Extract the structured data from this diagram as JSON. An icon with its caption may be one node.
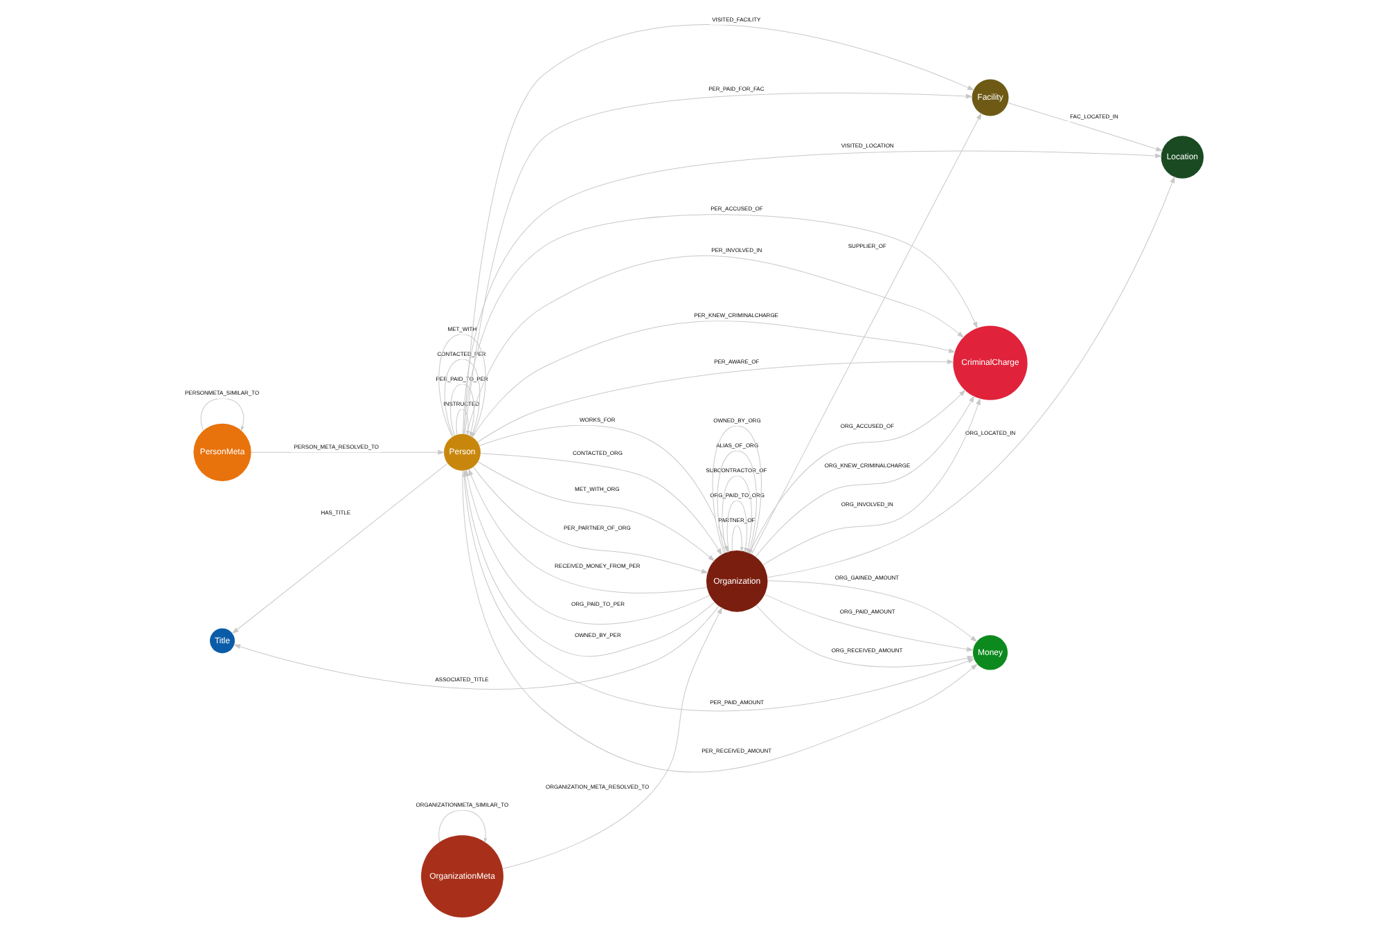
{
  "diagram": {
    "nodes": [
      {
        "text": [
          "PersonMeta"
        ]
      },
      {
        "text": [
          "Person"
        ]
      },
      {
        "text": [
          "Facility"
        ]
      },
      {
        "text": [
          "Title"
        ]
      },
      {
        "text": [
          "Location"
        ]
      },
      {
        "text": [
          "CriminalCharge"
        ]
      },
      {
        "text": [
          "OrganizationMeta"
        ]
      },
      {
        "text": [
          "Organization"
        ]
      },
      {
        "text": [
          "Money"
        ]
      }
    ],
    "edges": [
      {
        "from": 0,
        "to": 0,
        "arrow": "to",
        "label": "PERSONMETA_SIMILAR_TO"
      },
      {
        "from": 0,
        "to": 1,
        "arrow": "to",
        "label": "PERSON_META_RESOLVED_TO"
      },
      {
        "from": 1,
        "to": 1,
        "arrow": "to",
        "label": "INSTRUCTED"
      },
      {
        "from": 1,
        "to": 1,
        "arrow": "to",
        "label": "PER_PAID_TO_PER"
      },
      {
        "from": 1,
        "to": 1,
        "arrow": "to",
        "label": "CONTACTED_PER"
      },
      {
        "from": 1,
        "to": 1,
        "arrow": "to",
        "label": "MET_WITH"
      },
      {
        "from": 1,
        "to": 2,
        "arrow": "to",
        "label": "VISITED_FACILITY"
      },
      {
        "from": 1,
        "to": 2,
        "arrow": "to",
        "label": "PER_PAID_FOR_FAC"
      },
      {
        "from": 1,
        "to": 3,
        "arrow": "to",
        "label": "HAS_TITLE"
      },
      {
        "from": 2,
        "to": 4,
        "arrow": "to",
        "label": "FAC_LOCATED_IN"
      },
      {
        "from": 1,
        "to": 4,
        "arrow": "to",
        "label": "VISITED_LOCATION"
      },
      {
        "from": 1,
        "to": 5,
        "arrow": "to",
        "label": "PER_ACCUSED_OF"
      },
      {
        "from": 1,
        "to": 5,
        "arrow": "to",
        "label": "PER_INVOLVED_IN"
      },
      {
        "from": 1,
        "to": 5,
        "arrow": "to",
        "label": "PER_KNEW_CRIMINALCHARGE"
      },
      {
        "from": 1,
        "to": 5,
        "arrow": "to",
        "label": "PER_AWARE_OF"
      },
      {
        "from": 1,
        "to": 8,
        "arrow": "to",
        "label": "PER_PAID_AMOUNT"
      },
      {
        "from": 1,
        "to": 8,
        "arrow": "to",
        "label": "PER_RECEIVED_AMOUNT"
      },
      {
        "from": 1,
        "to": 7,
        "arrow": "to",
        "label": "WORKS_FOR"
      },
      {
        "from": 1,
        "to": 7,
        "arrow": "to",
        "label": "CONTACTED_ORG"
      },
      {
        "from": 1,
        "to": 7,
        "arrow": "to",
        "label": "MET_WITH_ORG"
      },
      {
        "from": 7,
        "to": 1,
        "arrow": "to",
        "label": "RECEIVED_MONEY_FROM_PER"
      },
      {
        "from": 1,
        "to": 7,
        "arrow": "to",
        "label": "PER_PARTNER_OF_ORG"
      },
      {
        "from": 7,
        "to": 1,
        "arrow": "to",
        "label": "ORG_PAID_TO_PER"
      },
      {
        "from": 7,
        "to": 1,
        "arrow": "to",
        "label": "OWNED_BY_PER"
      },
      {
        "from": 7,
        "to": 2,
        "arrow": "to",
        "label": "SUPPLIER_OF"
      },
      {
        "from": 7,
        "to": 3,
        "arrow": "to",
        "label": "ASSOCIATED_TITLE"
      },
      {
        "from": 7,
        "to": 7,
        "arrow": "to",
        "label": "PARTNER_OF"
      },
      {
        "from": 7,
        "to": 7,
        "arrow": "to",
        "label": "ORG_PAID_TO_ORG"
      },
      {
        "from": 7,
        "to": 7,
        "arrow": "to",
        "label": "SUBCONTRACTOR_OF"
      },
      {
        "from": 7,
        "to": 7,
        "arrow": "to",
        "label": "ALIAS_OF_ORG"
      },
      {
        "from": 7,
        "to": 7,
        "arrow": "to",
        "label": "OWNED_BY_ORG"
      },
      {
        "from": 6,
        "to": 6,
        "arrow": "to",
        "label": "ORGANIZATIONMETA_SIMILAR_TO"
      },
      {
        "from": 6,
        "to": 7,
        "arrow": "to",
        "label": "ORGANIZATION_META_RESOLVED_TO"
      },
      {
        "from": 7,
        "to": 4,
        "arrow": "to",
        "label": "ORG_LOCATED_IN"
      },
      {
        "from": 7,
        "to": 5,
        "arrow": "to",
        "label": "ORG_ACCUSED_OF"
      },
      {
        "from": 7,
        "to": 5,
        "arrow": "to",
        "label": "ORG_KNEW_CRIMINALCHARGE"
      },
      {
        "from": 7,
        "to": 5,
        "arrow": "to",
        "label": "ORG_INVOLVED_IN"
      },
      {
        "from": 7,
        "to": 8,
        "arrow": "to",
        "label": "ORG_GAINED_AMOUNT"
      },
      {
        "from": 7,
        "to": 8,
        "arrow": "to",
        "label": "ORG_PAID_AMOUNT"
      },
      {
        "from": 7,
        "to": 8,
        "arrow": "to",
        "label": "ORG_RECEIVED_AMOUNT"
      }
    ]
  }
}
